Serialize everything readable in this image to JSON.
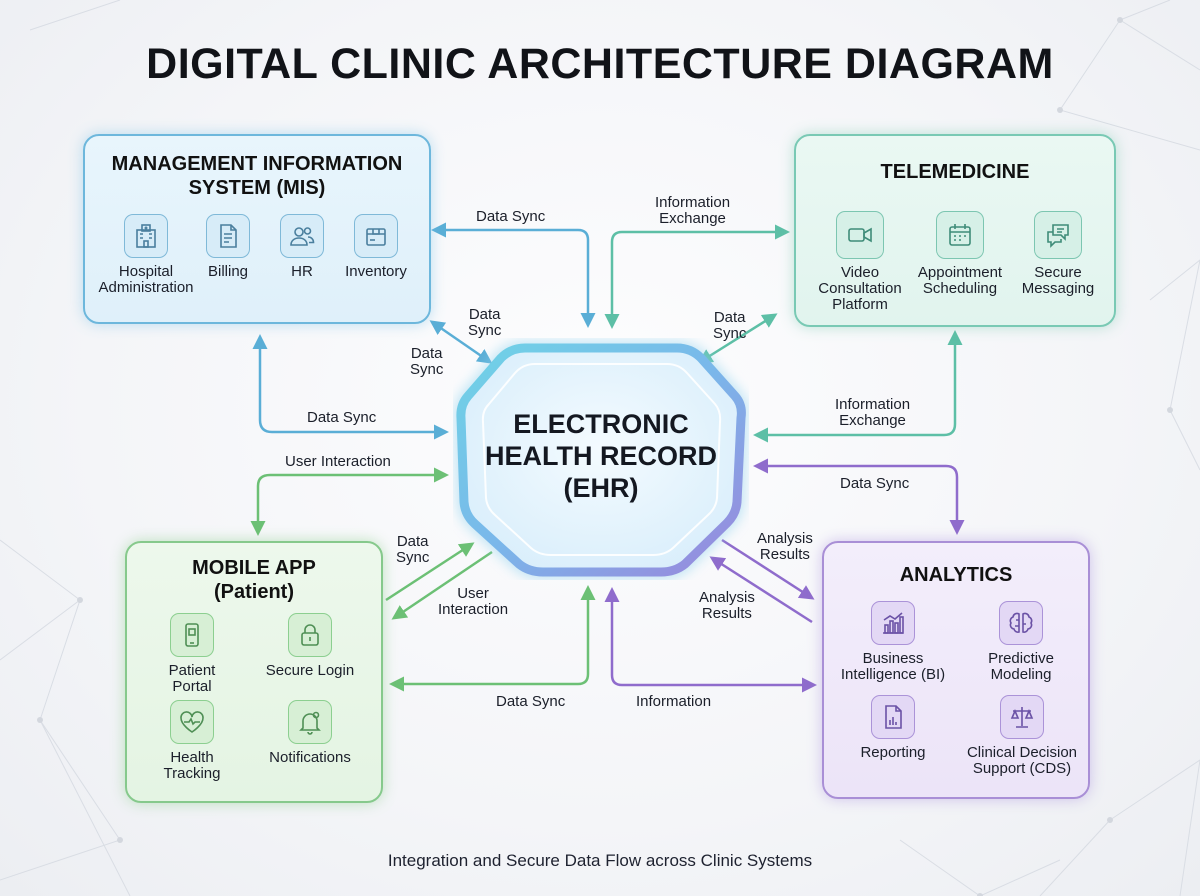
{
  "title": "DIGITAL CLINIC ARCHITECTURE DIAGRAM",
  "subtitle": "Integration and Secure Data Flow across Clinic Systems",
  "ehr": {
    "line1": "ELECTRONIC",
    "line2": "HEALTH RECORD",
    "line3": "(EHR)"
  },
  "mis": {
    "title_line1": "MANAGEMENT INFORMATION",
    "title_line2": "SYSTEM (MIS)",
    "items": [
      {
        "line1": "Hospital",
        "line2": "Administration",
        "icon": "hospital-building-icon"
      },
      {
        "line1": "Billing",
        "line2": "",
        "icon": "invoice-icon"
      },
      {
        "line1": "HR",
        "line2": "",
        "icon": "people-icon"
      },
      {
        "line1": "Inventory",
        "line2": "",
        "icon": "box-icon"
      }
    ]
  },
  "telemedicine": {
    "title": "TELEMEDICINE",
    "items": [
      {
        "line1": "Video",
        "line2": "Consultation",
        "line3": "Platform",
        "icon": "video-camera-icon"
      },
      {
        "line1": "Appointment",
        "line2": "Scheduling",
        "line3": "",
        "icon": "calendar-icon"
      },
      {
        "line1": "Secure",
        "line2": "Messaging",
        "line3": "",
        "icon": "chat-bubbles-icon"
      }
    ]
  },
  "mobile_app": {
    "title_line1": "MOBILE APP",
    "title_line2": "(Patient)",
    "items": [
      {
        "line1": "Patient",
        "line2": "Portal",
        "icon": "phone-portal-icon"
      },
      {
        "line1": "Secure Login",
        "line2": "",
        "icon": "padlock-icon"
      },
      {
        "line1": "Health",
        "line2": "Tracking",
        "icon": "heart-pulse-icon"
      },
      {
        "line1": "Notifications",
        "line2": "",
        "icon": "bell-icon"
      }
    ]
  },
  "analytics": {
    "title": "ANALYTICS",
    "items": [
      {
        "line1": "Business",
        "line2": "Intelligence (BI)",
        "icon": "bar-chart-icon"
      },
      {
        "line1": "Predictive",
        "line2": "Modeling",
        "icon": "brain-icon"
      },
      {
        "line1": "Reporting",
        "line2": "",
        "icon": "report-icon"
      },
      {
        "line1": "Clinical Decision",
        "line2": "Support (CDS)",
        "icon": "scales-icon"
      }
    ]
  },
  "arrow_labels": {
    "mis_top": "Data Sync",
    "mis_diag_a1": "Data",
    "mis_diag_a2": "Sync",
    "mis_diag_b1": "Data",
    "mis_diag_b2": "Sync",
    "mis_side": "Data Sync",
    "tele_top1": "Information",
    "tele_top2": "Exchange",
    "tele_diag1": "Data",
    "tele_diag2": "Sync",
    "tele_side1": "Information",
    "tele_side2": "Exchange",
    "mob_side": "User Interaction",
    "mob_diag_a1": "Data",
    "mob_diag_a2": "Sync",
    "mob_diag_b1": "User",
    "mob_diag_b2": "Interaction",
    "mob_bottom": "Data Sync",
    "ana_side": "Data Sync",
    "ana_diag_a1": "Analysis",
    "ana_diag_a2": "Results",
    "ana_diag_b1": "Analysis",
    "ana_diag_b2": "Results",
    "ana_bottom": "Information"
  },
  "colors": {
    "mis": "#5aaed6",
    "telemedicine": "#5dbfa6",
    "mobile_app": "#6cc075",
    "analytics": "#8f6ccc"
  }
}
